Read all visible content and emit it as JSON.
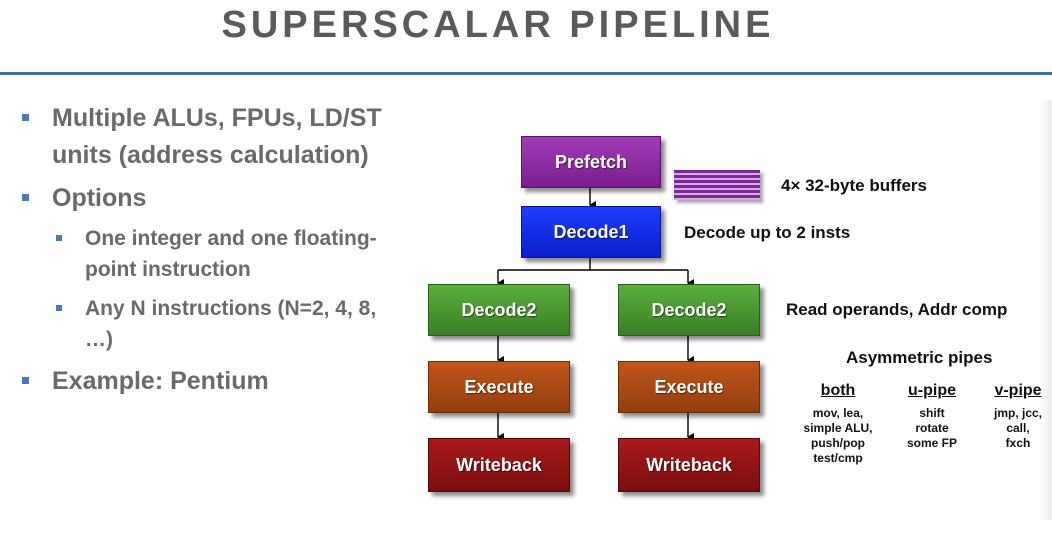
{
  "slide": {
    "title": "SUPERSCALAR PIPELINE"
  },
  "bullets": [
    {
      "text": "Multiple ALUs, FPUs, LD/ST units (address calculation)"
    },
    {
      "text": "Options"
    },
    {
      "text": "One integer and one floating-point instruction"
    },
    {
      "text": "Any N instructions (N=2, 4, 8, …)"
    },
    {
      "text": "Example: Pentium"
    }
  ],
  "diagram": {
    "prefetch": "Prefetch",
    "decode1": "Decode1",
    "decode2_left": "Decode2",
    "decode2_right": "Decode2",
    "execute_left": "Execute",
    "execute_right": "Execute",
    "writeback_left": "Writeback",
    "writeback_right": "Writeback",
    "buffers_note": "4× 32-byte buffers",
    "decode1_note": "Decode up to 2 insts",
    "decode2_note": "Read operands, Addr comp",
    "pipes_title": "Asymmetric pipes",
    "columns": [
      {
        "head": "both",
        "lines": [
          "mov, lea,",
          "simple ALU,",
          "push/pop",
          "test/cmp"
        ]
      },
      {
        "head": "u-pipe",
        "lines": [
          "shift",
          "rotate",
          "some FP"
        ]
      },
      {
        "head": "v-pipe",
        "lines": [
          "jmp, jcc,",
          "call,",
          "fxch"
        ]
      }
    ],
    "colors": {
      "prefetch": "#8a2aa0",
      "decode1": "#1428f0",
      "decode2": "#4a9630",
      "execute": "#b04a18",
      "writeback": "#961414",
      "title_rule": "#3f6f9f"
    }
  }
}
